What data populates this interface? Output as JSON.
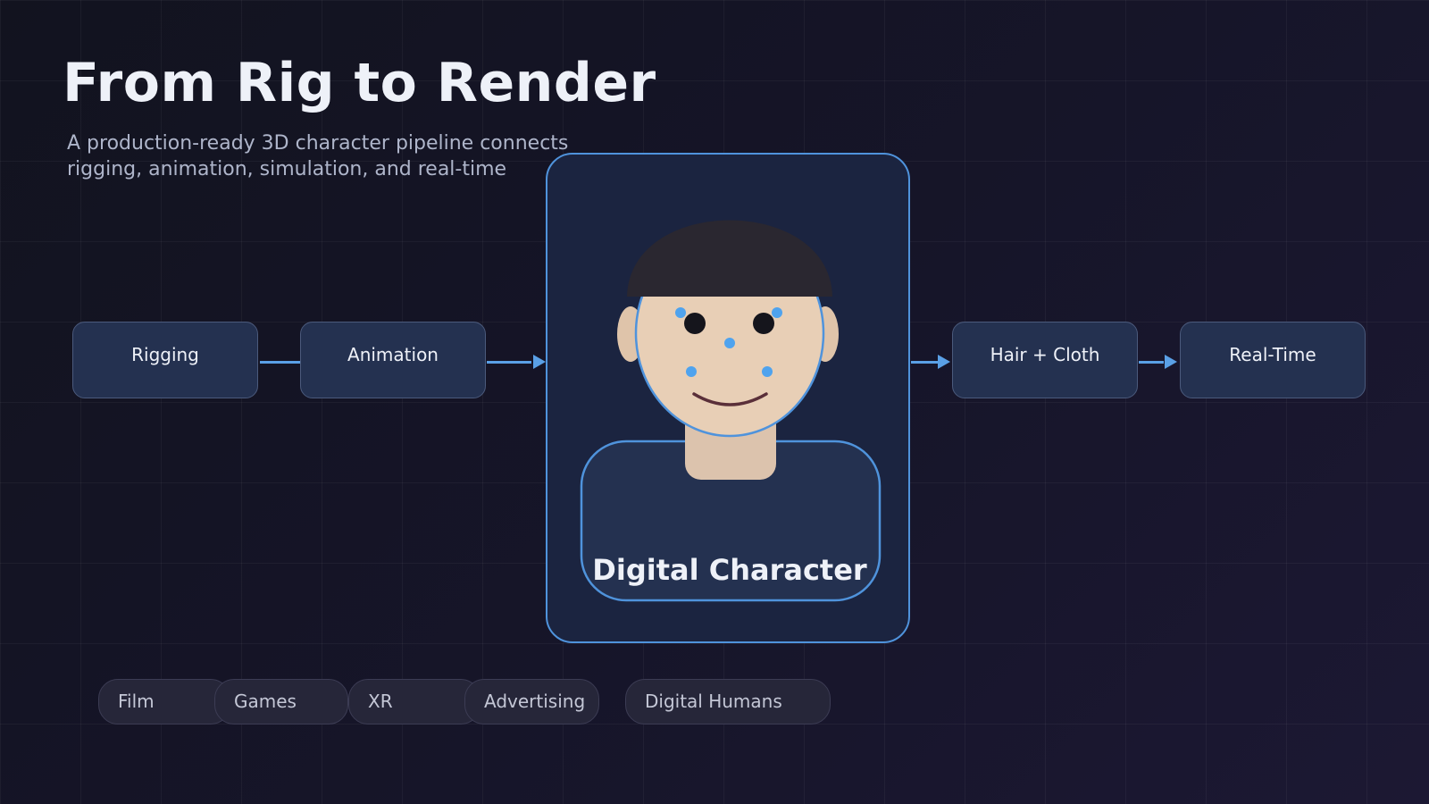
{
  "header": {
    "title": "From Rig to Render",
    "subtitle": "A production-ready 3D character pipeline connects rigging, animation, simulation, and real-time"
  },
  "pipeline": {
    "steps": [
      {
        "label": "Rigging"
      },
      {
        "label": "Animation"
      },
      {
        "label": "Hair + Cloth"
      },
      {
        "label": "Real-Time"
      }
    ],
    "center_label": "Digital Character"
  },
  "tags": [
    "Film",
    "Games",
    "XR",
    "Advertising",
    "Digital Humans"
  ],
  "colors": {
    "accent": "#5aa0e6",
    "node_fill": "#243150",
    "card_fill": "#1b2440",
    "skin": "#e8cfb6",
    "hair": "#2a2730"
  }
}
